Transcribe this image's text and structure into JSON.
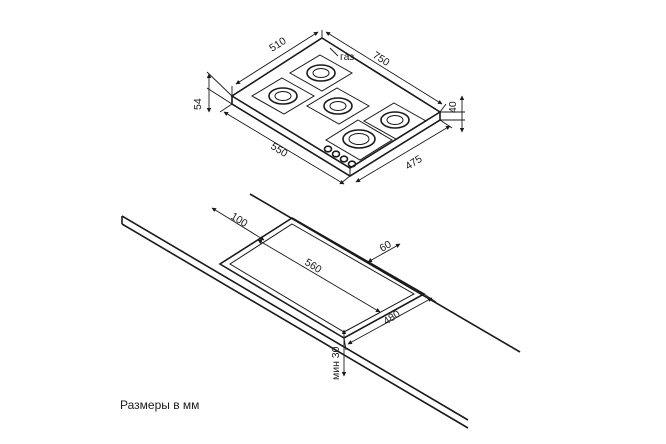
{
  "hob": {
    "dim_depth": "510",
    "dim_width": "750",
    "dim_gas": "газ",
    "dim_height_left": "54",
    "dim_height_right": "40",
    "dim_cut_width": "550",
    "dim_cut_depth": "475"
  },
  "countertop": {
    "dim_front_offset": "100",
    "dim_back_offset": "60",
    "dim_cutout_width": "560",
    "dim_cutout_depth": "480",
    "dim_min_thickness": "мин 30"
  },
  "caption": "Размеры в мм",
  "colors": {
    "stroke": "#1a1a1a",
    "background": "#ffffff"
  }
}
